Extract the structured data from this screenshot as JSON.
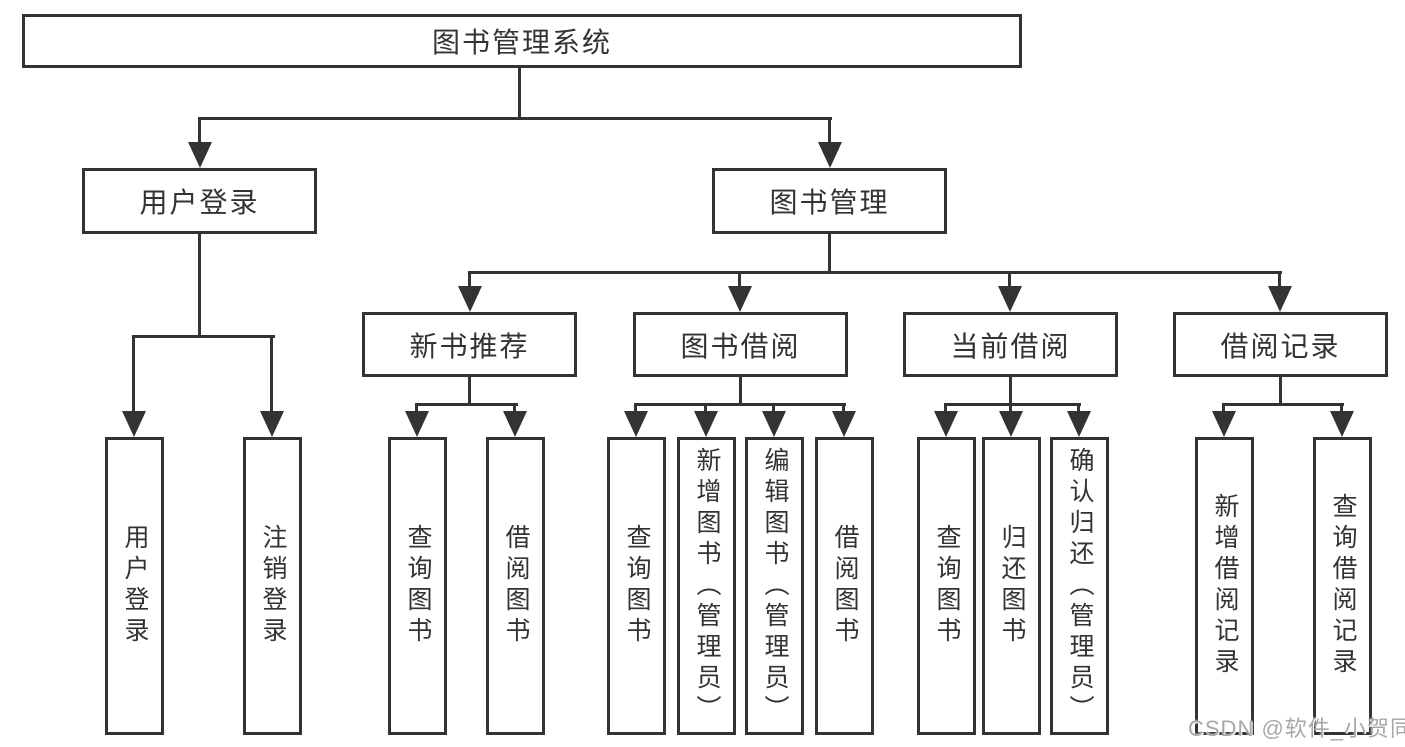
{
  "tree": {
    "root": {
      "label": "图书管理系统"
    },
    "branches": [
      {
        "label": "用户登录",
        "children": [
          {
            "label": "用户登录"
          },
          {
            "label": "注销登录"
          }
        ]
      },
      {
        "label": "图书管理",
        "children": [
          {
            "label": "新书推荐",
            "children": [
              {
                "label": "查询图书"
              },
              {
                "label": "借阅图书"
              }
            ]
          },
          {
            "label": "图书借阅",
            "children": [
              {
                "label": "查询图书"
              },
              {
                "label": "新增图书（管理员）"
              },
              {
                "label": "编辑图书（管理员）"
              },
              {
                "label": "借阅图书"
              }
            ]
          },
          {
            "label": "当前借阅",
            "children": [
              {
                "label": "查询图书"
              },
              {
                "label": "归还图书"
              },
              {
                "label": "确认归还（管理员）"
              }
            ]
          },
          {
            "label": "借阅记录",
            "children": [
              {
                "label": "新增借阅记录"
              },
              {
                "label": "查询借阅记录"
              }
            ]
          }
        ]
      }
    ]
  },
  "watermark": {
    "text": "CSDN @软件_小贺同学"
  },
  "colors": {
    "line": "#333333",
    "text": "#333333",
    "background": "#ffffff",
    "watermark": "#a8a8a8"
  }
}
